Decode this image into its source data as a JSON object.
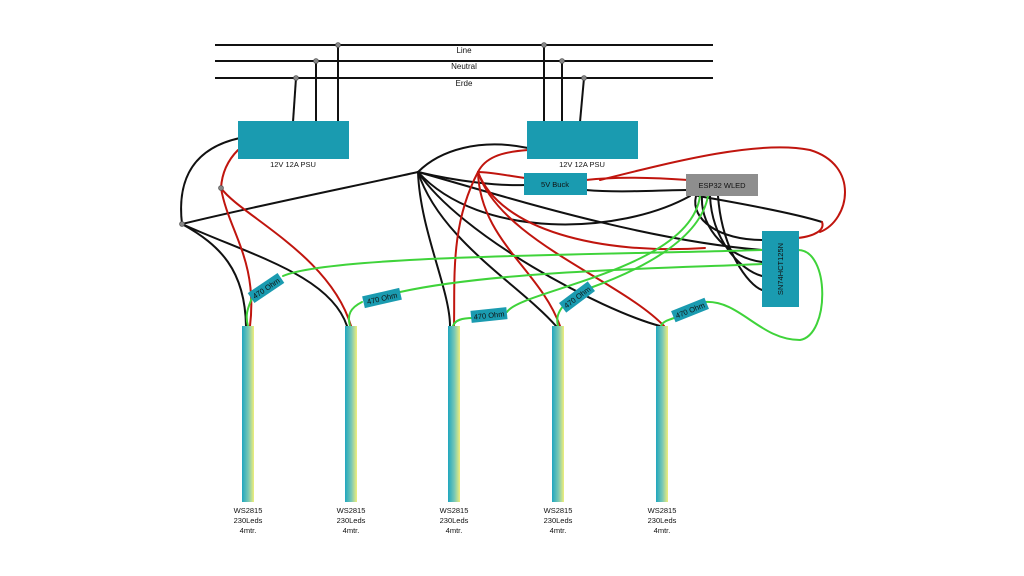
{
  "bus": {
    "line_label": "Line",
    "neutral_label": "Neutral",
    "earth_label": "Erde"
  },
  "psu_1": {
    "label": "12V 12A PSU"
  },
  "psu_2": {
    "label": "12V 12A PSU"
  },
  "buck": {
    "label": "5V Buck"
  },
  "controller": {
    "label": "ESP32 WLED"
  },
  "level_shifter": {
    "label": "SN74HCT125N"
  },
  "resistors": [
    {
      "label": "470 Ohm"
    },
    {
      "label": "470 Ohm"
    },
    {
      "label": "470 Ohm"
    },
    {
      "label": "470 Ohm"
    },
    {
      "label": "470 Ohm"
    }
  ],
  "strips": [
    {
      "line1": "WS2815",
      "line2": "230Leds",
      "line3": "4mtr."
    },
    {
      "line1": "WS2815",
      "line2": "230Leds",
      "line3": "4mtr."
    },
    {
      "line1": "WS2815",
      "line2": "230Leds",
      "line3": "4mtr."
    },
    {
      "line1": "WS2815",
      "line2": "230Leds",
      "line3": "4mtr."
    },
    {
      "line1": "WS2815",
      "line2": "230Leds",
      "line3": "4mtr."
    }
  ],
  "colors": {
    "module_teal": "#1a9bb0",
    "controller_gray": "#8e8e8e",
    "wire_positive": "#c0150e",
    "wire_ground": "#111111",
    "wire_data": "#3fd33a",
    "strip_left": "#2aaec0",
    "strip_right": "#e8e87a"
  }
}
